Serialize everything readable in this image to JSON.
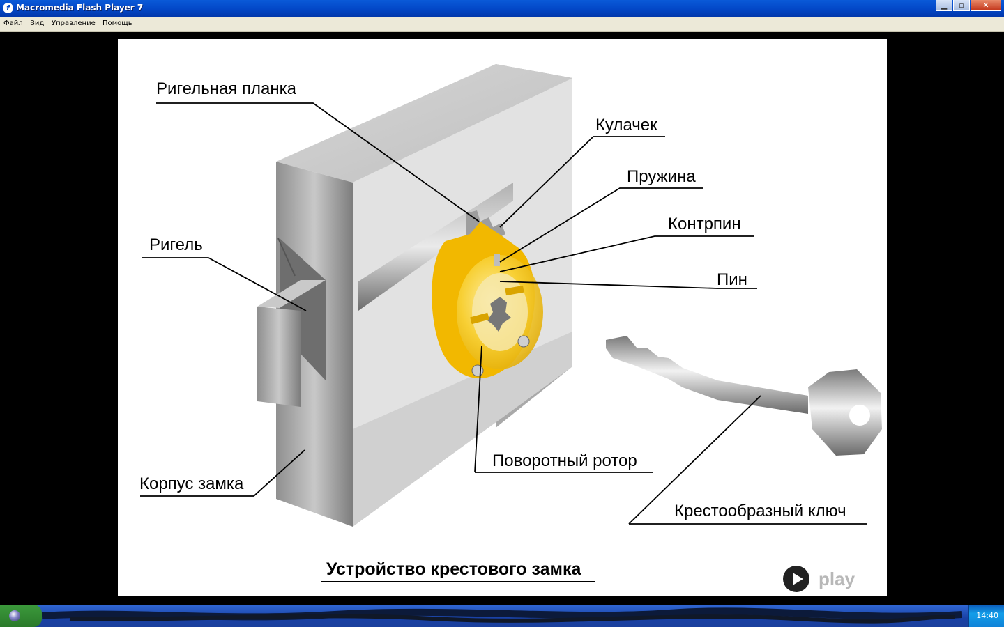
{
  "window": {
    "title": "Macromedia Flash Player 7",
    "buttons": [
      "minimize",
      "maximize",
      "close"
    ]
  },
  "menu": {
    "items": [
      "Файл",
      "Вид",
      "Управление",
      "Помощь"
    ]
  },
  "diagram": {
    "labels": {
      "rigelnaya_planka": "Ригельная планка",
      "kulachek": "Кулачек",
      "pruzhina": "Пружина",
      "kontrpin": "Контрпин",
      "pin": "Пин",
      "rigel": "Ригель",
      "povorotny_rotor": "Поворотный ротор",
      "korpus_zamka": "Корпус замка",
      "klyuch": "Крестообразный ключ"
    },
    "caption": "Устройство крестового замка",
    "play_label": "play"
  },
  "colors": {
    "rotor": "#f5c400",
    "metal": "#9a9a9a",
    "titlebar": "#0348c8"
  },
  "taskbar": {
    "clock": "14:40"
  }
}
